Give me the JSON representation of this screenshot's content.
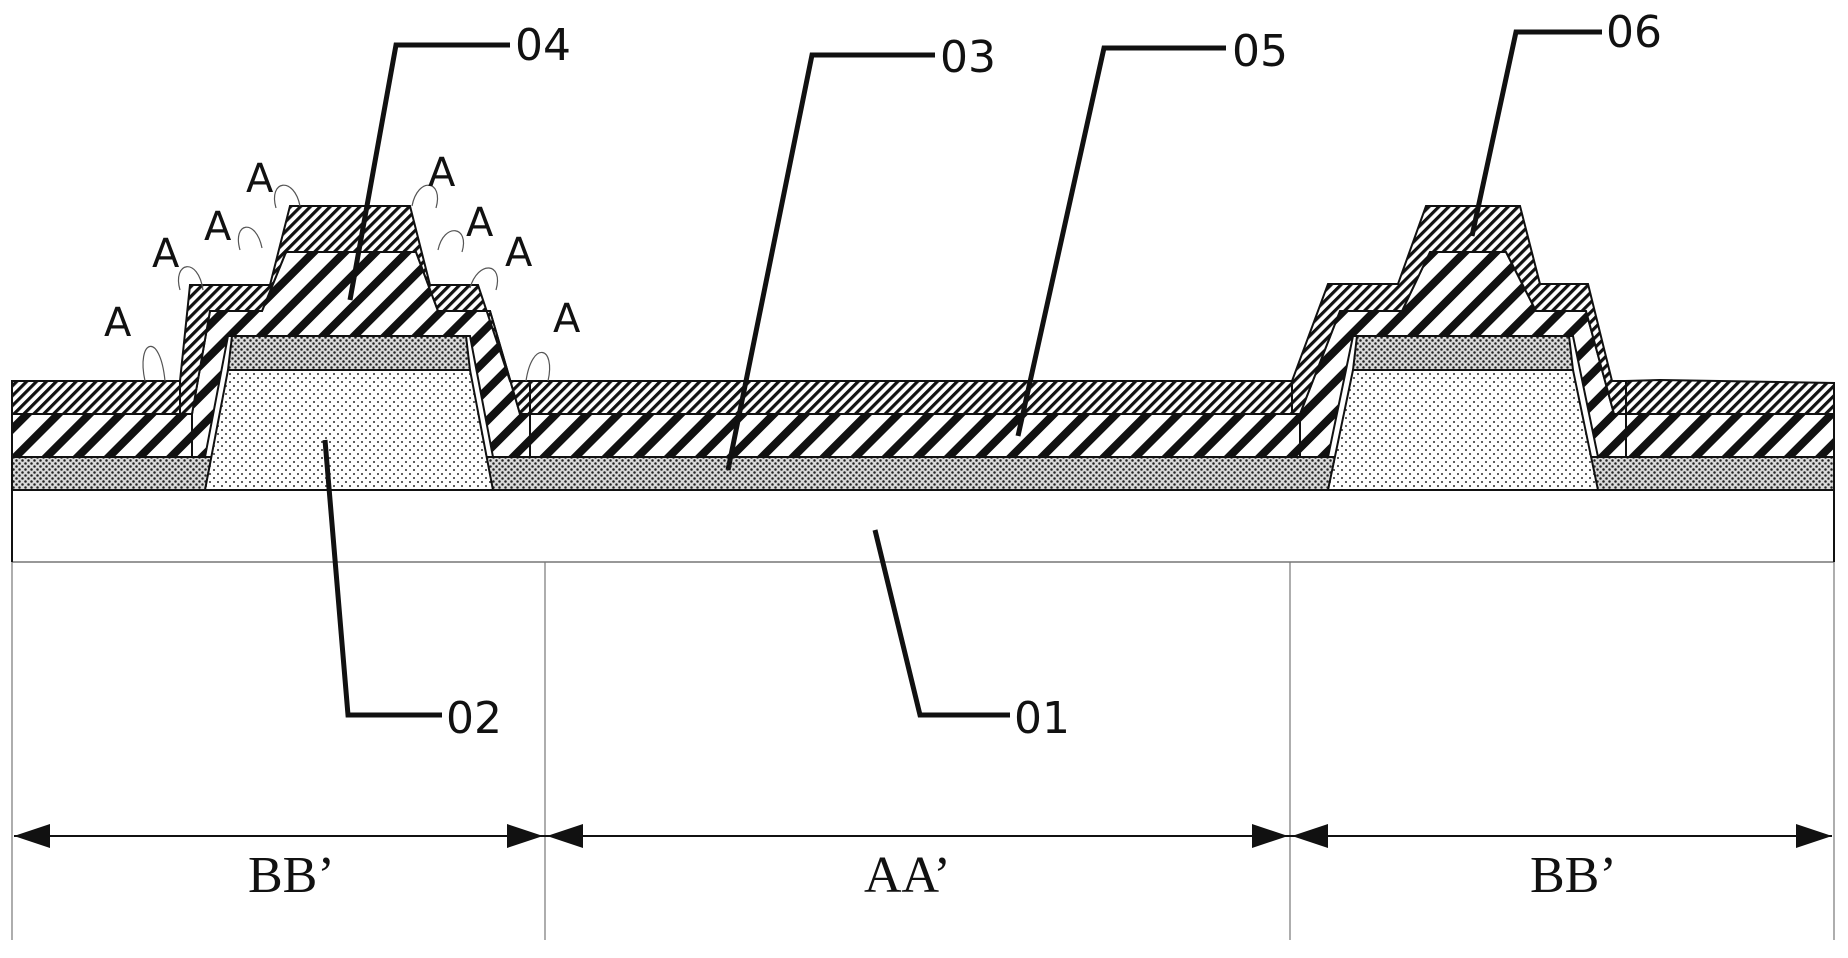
{
  "labels": {
    "ref_01": "01",
    "ref_02": "02",
    "ref_03": "03",
    "ref_04": "04",
    "ref_05": "05",
    "ref_06": "06",
    "particle": "A"
  },
  "regions": {
    "left": "BB’",
    "center": "AA’",
    "right": "BB’"
  },
  "colors": {
    "ink": "#111111",
    "background": "#ffffff"
  }
}
